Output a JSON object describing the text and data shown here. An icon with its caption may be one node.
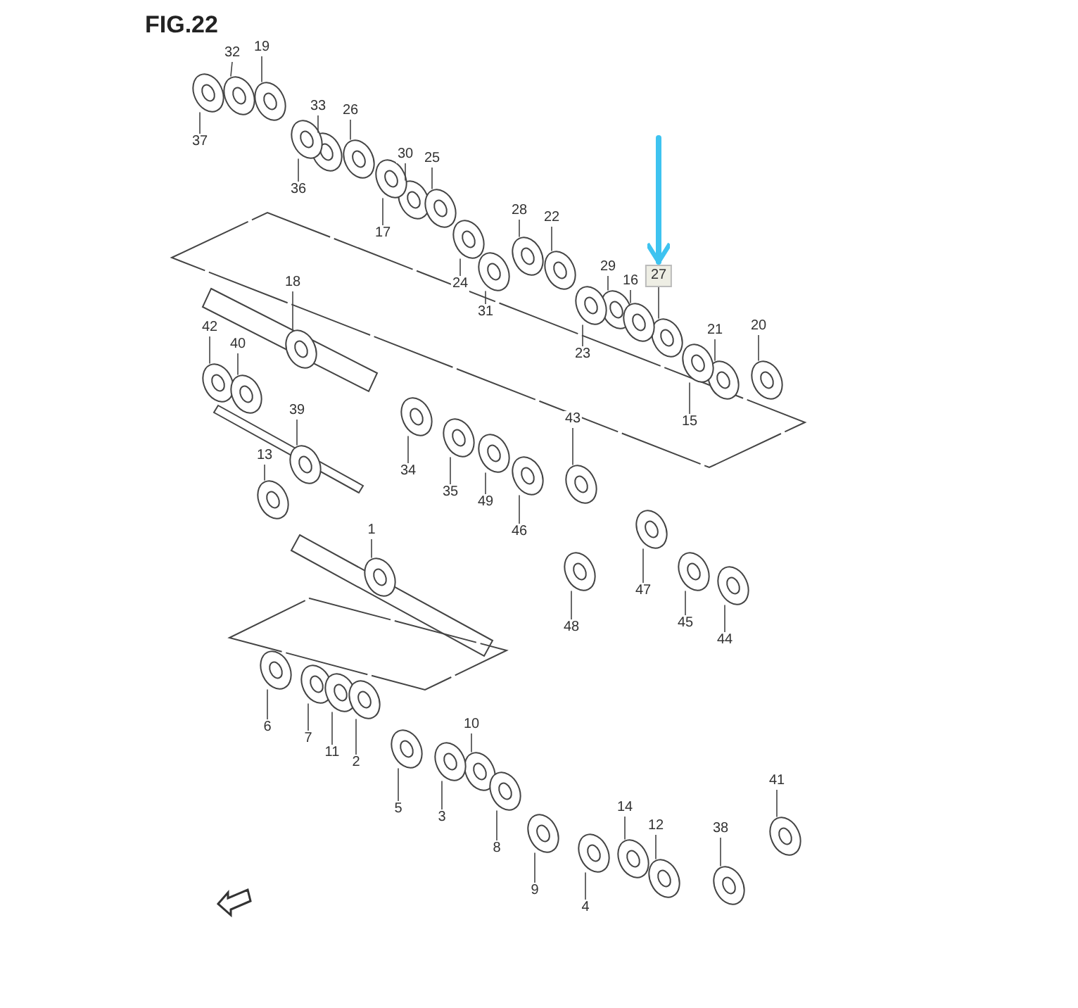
{
  "diagram": {
    "title": "FIG.22",
    "nodes": [
      {
        "text": [
          "19"
        ]
      },
      {
        "text": [
          "32"
        ]
      },
      {
        "text": [
          "33"
        ]
      },
      {
        "text": [
          "26"
        ]
      },
      {
        "text": [
          "37"
        ]
      },
      {
        "text": [
          "30"
        ]
      },
      {
        "text": [
          "25"
        ]
      },
      {
        "text": [
          "36"
        ]
      },
      {
        "text": [
          "28"
        ]
      },
      {
        "text": [
          "22"
        ]
      },
      {
        "text": [
          "17"
        ]
      },
      {
        "text": [
          "29"
        ]
      },
      {
        "text": [
          "27"
        ]
      },
      {
        "text": [
          "16"
        ]
      },
      {
        "text": [
          "18"
        ]
      },
      {
        "text": [
          "24"
        ]
      },
      {
        "text": [
          "31"
        ]
      },
      {
        "text": [
          "20"
        ]
      },
      {
        "text": [
          "42"
        ]
      },
      {
        "text": [
          "21"
        ]
      },
      {
        "text": [
          "40"
        ]
      },
      {
        "text": [
          "23"
        ]
      },
      {
        "text": [
          "39"
        ]
      },
      {
        "text": [
          "43"
        ]
      },
      {
        "text": [
          "15"
        ]
      },
      {
        "text": [
          "13"
        ]
      },
      {
        "text": [
          "34"
        ]
      },
      {
        "text": [
          "35"
        ]
      },
      {
        "text": [
          "49"
        ]
      },
      {
        "text": [
          "1"
        ]
      },
      {
        "text": [
          "46"
        ]
      },
      {
        "text": [
          "47"
        ]
      },
      {
        "text": [
          "45"
        ]
      },
      {
        "text": [
          "48"
        ]
      },
      {
        "text": [
          "44"
        ]
      },
      {
        "text": [
          "10"
        ]
      },
      {
        "text": [
          "6"
        ]
      },
      {
        "text": [
          "7"
        ]
      },
      {
        "text": [
          "11"
        ]
      },
      {
        "text": [
          "2"
        ]
      },
      {
        "text": [
          "41"
        ]
      },
      {
        "text": [
          "14"
        ]
      },
      {
        "text": [
          "5"
        ]
      },
      {
        "text": [
          "3"
        ]
      },
      {
        "text": [
          "12"
        ]
      },
      {
        "text": [
          "38"
        ]
      },
      {
        "text": [
          "8"
        ]
      },
      {
        "text": [
          "9"
        ]
      },
      {
        "text": [
          "4"
        ]
      }
    ],
    "edges": [
      {
        "from": 0,
        "to": null,
        "arrow": "none"
      },
      {
        "from": 1,
        "to": null,
        "arrow": "none"
      },
      {
        "from": 2,
        "to": null,
        "arrow": "none"
      },
      {
        "from": 3,
        "to": null,
        "arrow": "none"
      },
      {
        "from": 4,
        "to": null,
        "arrow": "none"
      },
      {
        "from": 5,
        "to": null,
        "arrow": "none"
      },
      {
        "from": 6,
        "to": null,
        "arrow": "none"
      },
      {
        "from": 7,
        "to": null,
        "arrow": "none"
      },
      {
        "from": 8,
        "to": null,
        "arrow": "none"
      },
      {
        "from": 9,
        "to": null,
        "arrow": "none"
      },
      {
        "from": 10,
        "to": null,
        "arrow": "none"
      },
      {
        "from": 11,
        "to": null,
        "arrow": "none"
      },
      {
        "from": 12,
        "to": null,
        "arrow": "none"
      },
      {
        "from": 13,
        "to": null,
        "arrow": "none"
      },
      {
        "from": 14,
        "to": null,
        "arrow": "none"
      },
      {
        "from": 15,
        "to": null,
        "arrow": "none"
      },
      {
        "from": 16,
        "to": null,
        "arrow": "none"
      },
      {
        "from": 17,
        "to": null,
        "arrow": "none"
      },
      {
        "from": 18,
        "to": null,
        "arrow": "none"
      },
      {
        "from": 19,
        "to": null,
        "arrow": "none"
      },
      {
        "from": 20,
        "to": null,
        "arrow": "none"
      },
      {
        "from": 21,
        "to": null,
        "arrow": "none"
      },
      {
        "from": 22,
        "to": null,
        "arrow": "none"
      },
      {
        "from": 23,
        "to": null,
        "arrow": "none"
      },
      {
        "from": 24,
        "to": null,
        "arrow": "none"
      },
      {
        "from": 25,
        "to": null,
        "arrow": "none"
      },
      {
        "from": 26,
        "to": null,
        "arrow": "none"
      },
      {
        "from": 27,
        "to": null,
        "arrow": "none"
      },
      {
        "from": 28,
        "to": null,
        "arrow": "none"
      },
      {
        "from": 29,
        "to": null,
        "arrow": "none"
      },
      {
        "from": 30,
        "to": null,
        "arrow": "none"
      },
      {
        "from": 31,
        "to": null,
        "arrow": "none"
      },
      {
        "from": 32,
        "to": null,
        "arrow": "none"
      },
      {
        "from": 33,
        "to": null,
        "arrow": "none"
      },
      {
        "from": 34,
        "to": null,
        "arrow": "none"
      },
      {
        "from": 35,
        "to": null,
        "arrow": "none"
      },
      {
        "from": 36,
        "to": null,
        "arrow": "none"
      },
      {
        "from": 37,
        "to": null,
        "arrow": "none"
      },
      {
        "from": 38,
        "to": null,
        "arrow": "none"
      },
      {
        "from": 39,
        "to": null,
        "arrow": "none"
      },
      {
        "from": 40,
        "to": null,
        "arrow": "none"
      },
      {
        "from": 41,
        "to": null,
        "arrow": "none"
      },
      {
        "from": 42,
        "to": null,
        "arrow": "none"
      },
      {
        "from": 43,
        "to": null,
        "arrow": "none"
      },
      {
        "from": 44,
        "to": null,
        "arrow": "none"
      },
      {
        "from": 45,
        "to": null,
        "arrow": "none"
      },
      {
        "from": 46,
        "to": null,
        "arrow": "none"
      },
      {
        "from": 47,
        "to": null,
        "arrow": "none"
      },
      {
        "from": 48,
        "to": null,
        "arrow": "none"
      },
      {
        "from": null,
        "to": 12,
        "arrow": "to",
        "style": "thick",
        "color": "#3ec3f0"
      }
    ]
  }
}
